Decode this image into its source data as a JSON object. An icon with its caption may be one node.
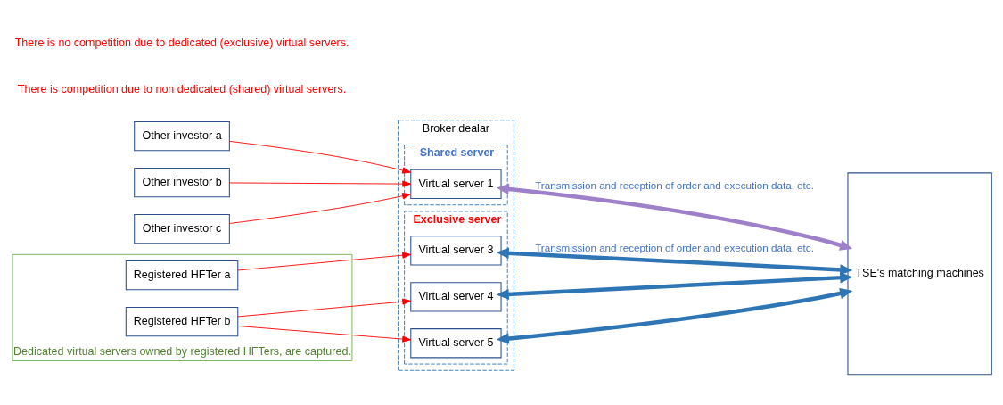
{
  "diagram": {
    "nodes": [
      {
        "text": [
          "Other investor a"
        ]
      },
      {
        "text": [
          "Other investor b"
        ]
      },
      {
        "text": [
          "Other investor c"
        ]
      },
      {
        "text": [
          "Dedicated virtual servers owned by registered HFTers, are captured."
        ]
      },
      {
        "text": [
          "Registered HFTer a"
        ],
        "in": 3
      },
      {
        "text": [
          "Registered HFTer b"
        ],
        "in": 3
      },
      {
        "text": [
          "Broker dealar"
        ]
      },
      {
        "text": [
          "Shared server"
        ],
        "in": 6
      },
      {
        "text": [
          "Virtual server 1"
        ],
        "in": 7
      },
      {
        "text": [
          "Exclusive server"
        ],
        "in": 6
      },
      {
        "text": [
          "Virtual server 3"
        ],
        "in": 9
      },
      {
        "text": [
          "Virtual server 4"
        ],
        "in": 9
      },
      {
        "text": [
          "Virtual server 5"
        ],
        "in": 9
      },
      {
        "text": [
          "TSE's matching machines"
        ]
      }
    ],
    "edges": [
      {
        "from": 0,
        "to": 8,
        "arrow": "to",
        "color": "#ff0000"
      },
      {
        "from": 1,
        "to": 8,
        "arrow": "to",
        "color": "#ff0000"
      },
      {
        "from": 2,
        "to": 8,
        "arrow": "to",
        "color": "#ff0000"
      },
      {
        "from": 4,
        "to": 10,
        "arrow": "to",
        "color": "#ff0000"
      },
      {
        "from": 5,
        "to": 11,
        "arrow": "to",
        "color": "#ff0000"
      },
      {
        "from": 5,
        "to": 12,
        "arrow": "to",
        "color": "#ff0000"
      },
      {
        "from": 8,
        "to": 13,
        "arrow": "both",
        "style": "thick",
        "color": "#9e7fc9",
        "label": "Transmission and reception of order and execution data, etc."
      },
      {
        "from": 10,
        "to": 13,
        "arrow": "both",
        "style": "thick",
        "color": "#2e75b6",
        "label": "Transmission and reception of order and execution data, etc."
      },
      {
        "from": 11,
        "to": 13,
        "arrow": "both",
        "style": "thick",
        "color": "#2e75b6"
      },
      {
        "from": 12,
        "to": 13,
        "arrow": "both",
        "style": "thick",
        "color": "#2e75b6"
      }
    ],
    "labels": [
      "There is competition due to non dedicated (shared) virtual servers.",
      "There is no competition due to dedicated (exclusive) virtual servers."
    ]
  }
}
